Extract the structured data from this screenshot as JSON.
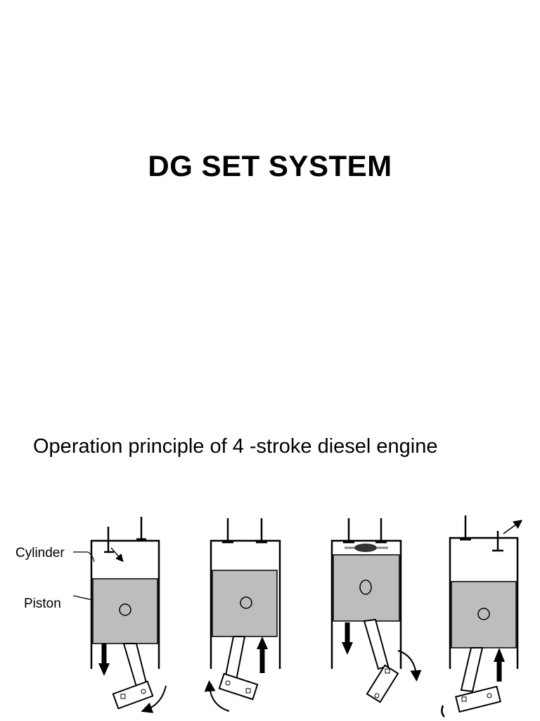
{
  "slide": {
    "title": "DG SET SYSTEM",
    "subtitle": "Operation principle of  4 -stroke diesel engine"
  },
  "diagram": {
    "labels": {
      "cylinder": "Cylinder",
      "piston": "Piston"
    },
    "colors": {
      "piston_fill": "#bdbdbd",
      "line": "#000000",
      "fuel": "#333333"
    },
    "strokes": [
      {
        "piston_motion": "down",
        "inlet_valve": "open",
        "exhaust_valve": "closed"
      },
      {
        "piston_motion": "up",
        "inlet_valve": "closed",
        "exhaust_valve": "closed"
      },
      {
        "piston_motion": "down",
        "inlet_valve": "closed",
        "exhaust_valve": "closed",
        "fuel_injection": true
      },
      {
        "piston_motion": "up",
        "inlet_valve": "closed",
        "exhaust_valve": "open"
      }
    ]
  }
}
